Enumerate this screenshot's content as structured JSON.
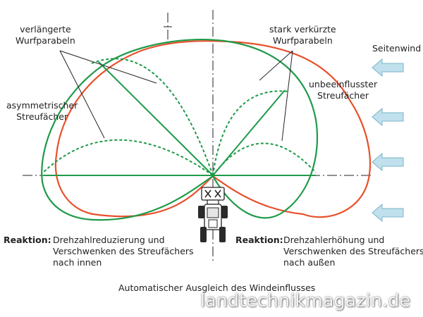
{
  "labels": {
    "extended_parabolas": [
      "verlängerte",
      "Wurfparabeln"
    ],
    "shortened_parabolas": [
      "stark verkürzte",
      "Wurfparabeln"
    ],
    "crosswind": "Seitenwind",
    "asymmetric_fan": [
      "asymmetrischer",
      "Streufächer"
    ],
    "unaffected_fan": [
      "unbeeinflusster",
      "Streufächer"
    ]
  },
  "reactions": {
    "left": {
      "title": "Reaktion:",
      "lines": [
        "Drehzahlreduzierung und",
        "Verschwenken des Streufächers",
        "nach innen"
      ]
    },
    "right": {
      "title": "Reaktion:",
      "lines": [
        "Drehzahlerhöhung und",
        "Verschwenken des Streufächers",
        "nach außen"
      ]
    }
  },
  "caption": "Automatischer Ausgleich des Windeinflusses",
  "watermark": "landtechnikmagazin.de",
  "colors": {
    "asymmetric_fan": "#1f9a4a",
    "unaffected_fan": "#e8502a",
    "wind_arrow_fill": "#bfe0ec",
    "wind_arrow_stroke": "#7db4ca",
    "axis": "#222222"
  },
  "icons": {
    "wind_arrows": "arrow-left-icon",
    "tractor": "tractor-icon"
  }
}
